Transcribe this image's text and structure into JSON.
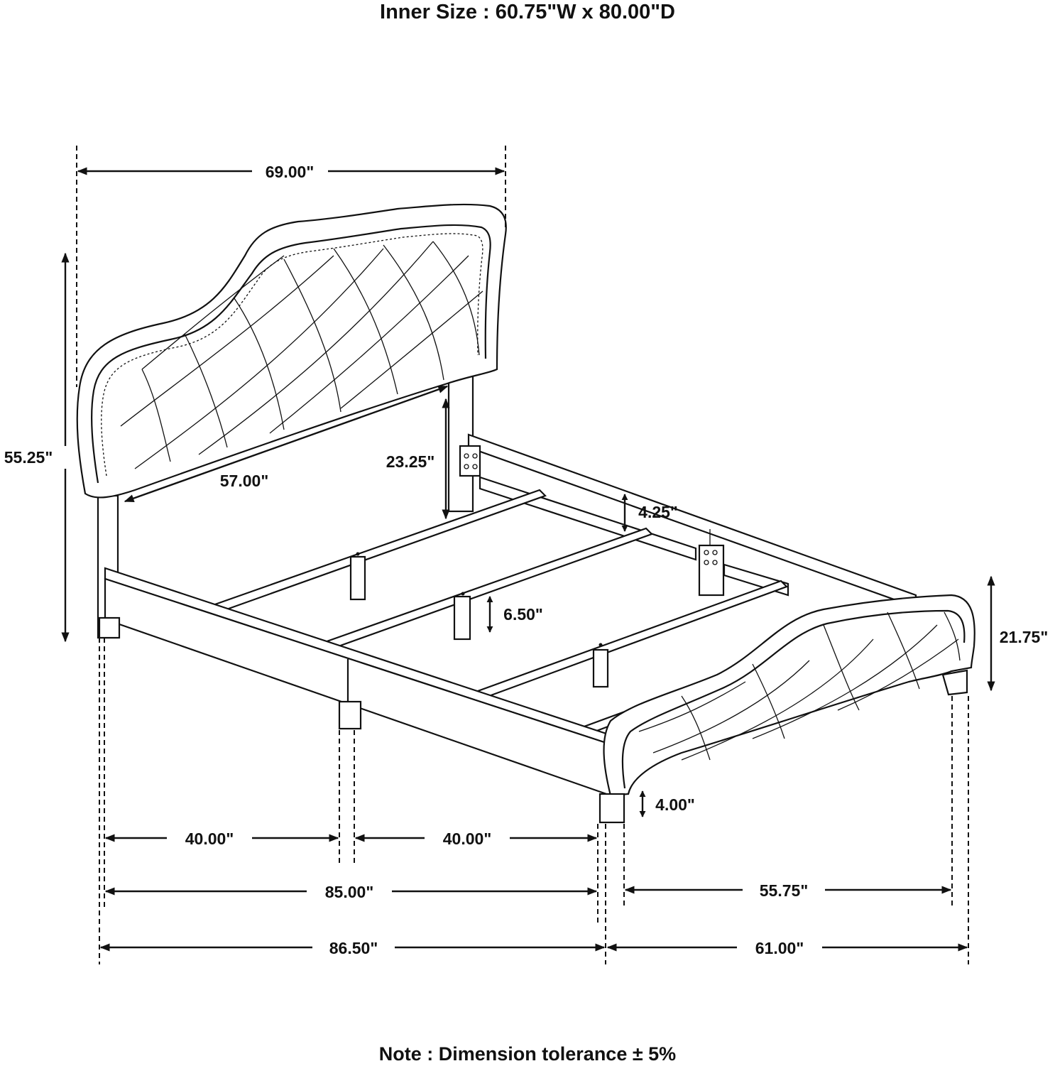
{
  "header": {
    "inner_size": "Inner Size : 60.75\"W x 80.00\"D"
  },
  "dimensions": {
    "headboard_width": "69.00\"",
    "overall_height": "55.25\"",
    "headboard_panel_width": "57.00\"",
    "headboard_clearance": "23.25\"",
    "rail_height": "4.25\"",
    "slat_support_height": "6.50\"",
    "footboard_height": "21.75\"",
    "leg_height": "4.00\"",
    "side_rail_section_1": "40.00\"",
    "side_rail_section_2": "40.00\"",
    "side_rail_length": "85.00\"",
    "inner_width": "55.75\"",
    "overall_length": "86.50\"",
    "overall_width": "61.00\""
  },
  "footer": {
    "note": "Note : Dimension tolerance ± 5%"
  }
}
